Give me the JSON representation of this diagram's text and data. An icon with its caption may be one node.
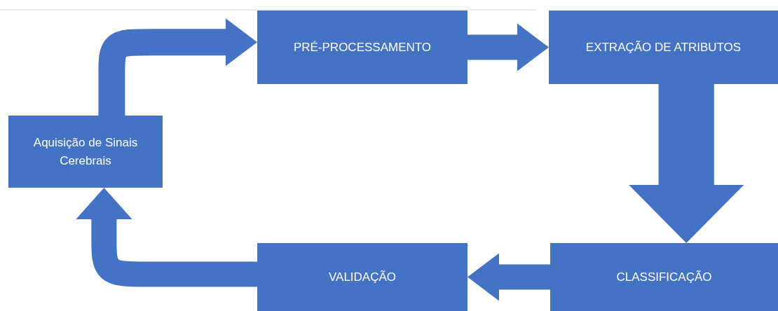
{
  "diagram": {
    "nodes": [
      {
        "text": [
          "Aquisição de Sinais Cerebrais"
        ]
      },
      {
        "text": [
          "PRÉ-PROCESSAMENTO"
        ]
      },
      {
        "text": [
          "EXTRAÇÃO DE ATRIBUTOS"
        ]
      },
      {
        "text": [
          "CLASSIFICAÇÃO"
        ]
      },
      {
        "text": [
          "VALIDAÇÃO"
        ]
      }
    ],
    "edges": [
      {
        "from": 0,
        "to": 1,
        "arrow": "to"
      },
      {
        "from": 1,
        "to": 2,
        "arrow": "to"
      },
      {
        "from": 2,
        "to": 3,
        "arrow": "to",
        "style": "thick"
      },
      {
        "from": 3,
        "to": 4,
        "arrow": "to"
      },
      {
        "from": 4,
        "to": 0,
        "arrow": "to"
      }
    ]
  }
}
